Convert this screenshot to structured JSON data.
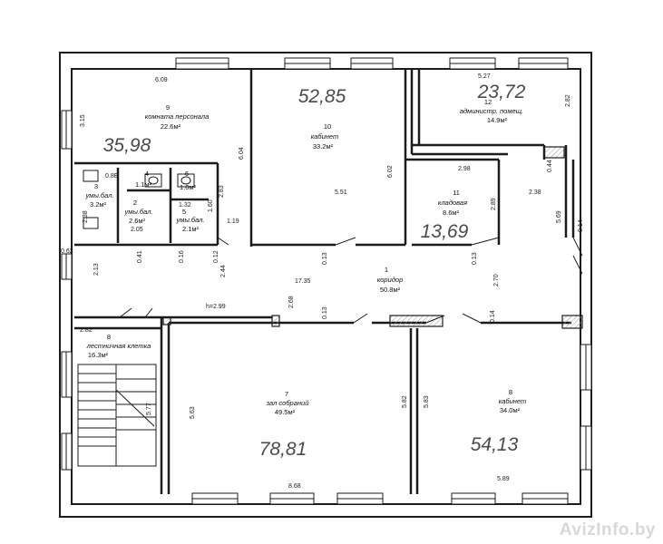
{
  "rooms": [
    {
      "num": "1",
      "name": "коридор",
      "area": "50.8м²",
      "hand": ""
    },
    {
      "num": "2",
      "name": "умы.бал.",
      "area": "2.6м²",
      "hand": ""
    },
    {
      "num": "3",
      "name": "умы.бал.",
      "area": "3.2м²",
      "hand": ""
    },
    {
      "num": "4",
      "name": "",
      "area": "1.1м²",
      "hand": ""
    },
    {
      "num": "5",
      "name": "умы.бал.",
      "area": "2.1м²",
      "hand": ""
    },
    {
      "num": "6",
      "name": "",
      "area": "1.0м²",
      "hand": ""
    },
    {
      "num": "7",
      "name": "зал собраний",
      "area": "49.5м²",
      "hand": "78,81"
    },
    {
      "num": "8",
      "name": "кабинет",
      "area": "34.0м²",
      "hand": "54,13"
    },
    {
      "num": "8",
      "name": "лестничная клетка",
      "area": "16.3м²",
      "hand": ""
    },
    {
      "num": "9",
      "name": "комната персонала",
      "area": "22.6м²",
      "hand": "35,98"
    },
    {
      "num": "10",
      "name": "кабинет",
      "area": "33.2м²",
      "hand": "52,85"
    },
    {
      "num": "11",
      "name": "кладовая",
      "area": "8.6м²",
      "hand": "13,69"
    },
    {
      "num": "12",
      "name": "администр. помещ.",
      "area": "14.9м²",
      "hand": "23,72"
    }
  ],
  "dimensions": [
    "6.09",
    "3.15",
    "6.04",
    "5.51",
    "6.02",
    "5.27",
    "2.82",
    "2.98",
    "2.89",
    "2.38",
    "5.69",
    "0.14",
    "0.44",
    "17.35",
    "2.70",
    "0.13",
    "0.13",
    "0.13",
    "0.14",
    "2.68",
    "2.44",
    "0.12",
    "0.16",
    "0.41",
    "2.13",
    "0.62",
    "1.19",
    "2.83",
    "1.60",
    "1.32",
    "0.8Б",
    "2.38",
    "2.05",
    "h=2.99",
    "2.82",
    "5.77",
    "5.63",
    "5.82",
    "5.83",
    "8.68",
    "5.89"
  ],
  "extra_labels": {
    "r12_num": "12",
    "r1_num": "1"
  },
  "watermark": "AvizInfo.by"
}
